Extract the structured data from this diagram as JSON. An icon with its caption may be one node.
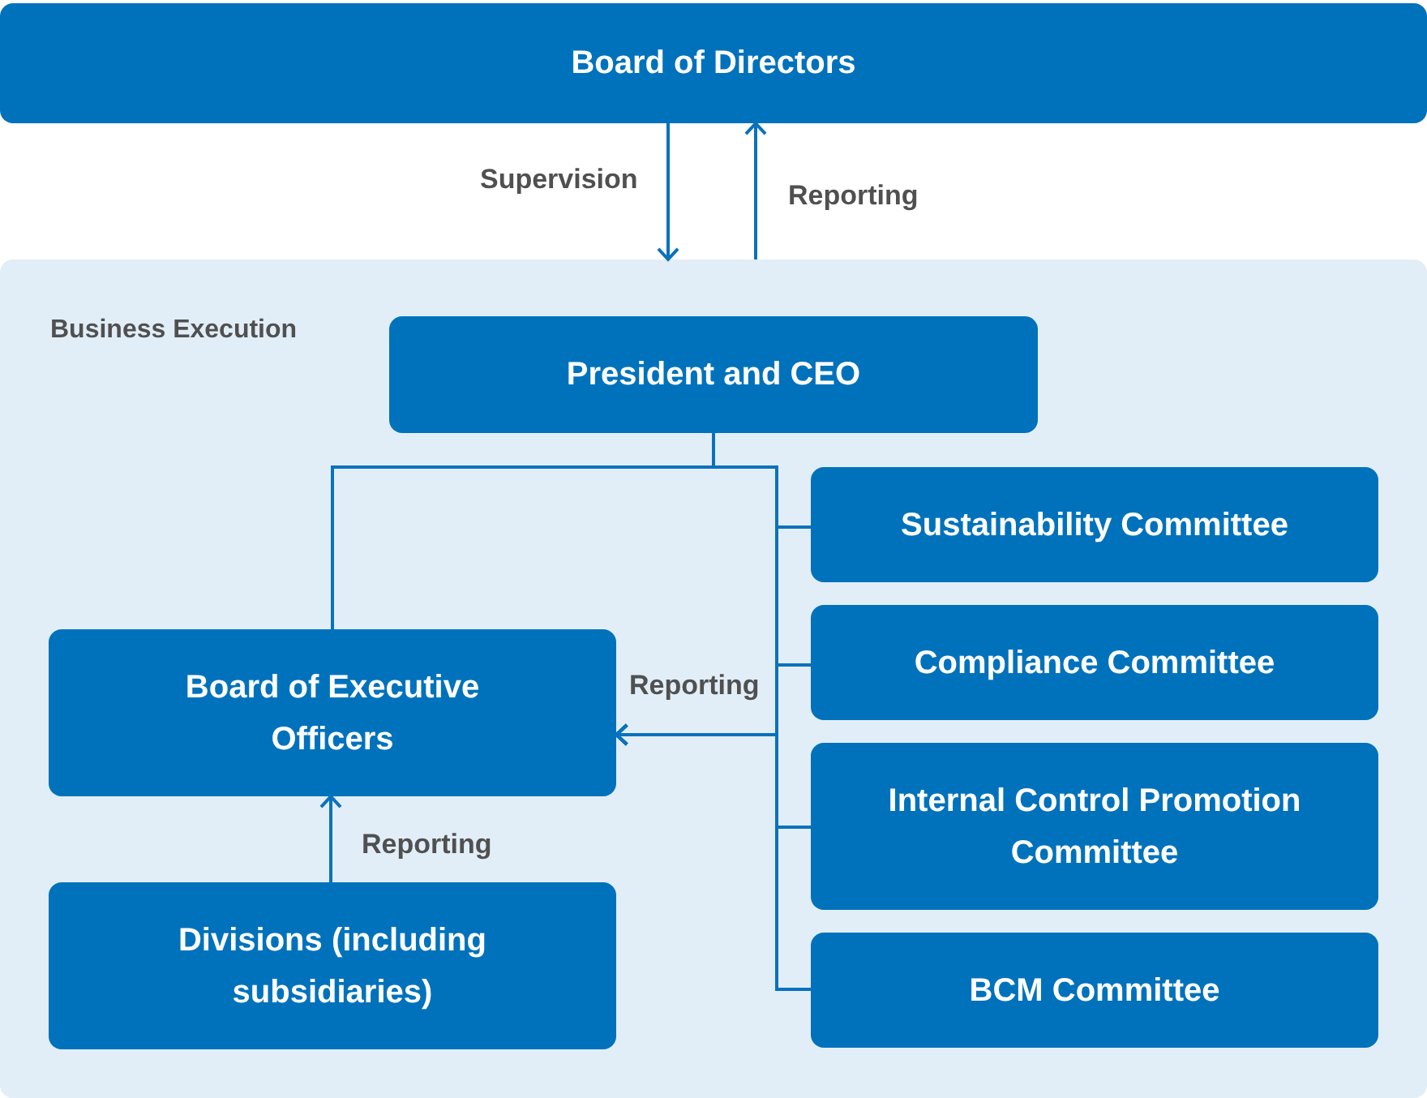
{
  "diagram": {
    "nodes": [
      {
        "text": [
          "Board of Directors"
        ]
      },
      {
        "text": [
          "Business Execution"
        ]
      },
      {
        "text": [
          "President and CEO"
        ],
        "in": 1
      },
      {
        "text": [
          "Board of Executive Officers"
        ],
        "in": 1
      },
      {
        "text": [
          "Divisions (including subsidiaries)"
        ],
        "in": 1
      },
      {
        "text": [
          "Sustainability Committee"
        ],
        "in": 1
      },
      {
        "text": [
          "Compliance Committee"
        ],
        "in": 1
      },
      {
        "text": [
          "Internal Control Promotion Committee"
        ],
        "in": 1
      },
      {
        "text": [
          "BCM Committee"
        ],
        "in": 1
      }
    ],
    "edges": [
      {
        "from": 0,
        "to": 1,
        "arrow": "to",
        "label": "Supervision"
      },
      {
        "from": 1,
        "to": 0,
        "arrow": "to",
        "label": "Reporting"
      },
      {
        "from": 2,
        "to": 3,
        "arrow": "none"
      },
      {
        "from": 2,
        "to": 5,
        "arrow": "none"
      },
      {
        "from": 2,
        "to": 6,
        "arrow": "none"
      },
      {
        "from": 2,
        "to": 7,
        "arrow": "none"
      },
      {
        "from": 2,
        "to": 8,
        "arrow": "none"
      },
      {
        "from": 5,
        "to": 3,
        "arrow": "to",
        "label": "Reporting"
      },
      {
        "from": 6,
        "to": 3,
        "arrow": "to"
      },
      {
        "from": 7,
        "to": 3,
        "arrow": "to"
      },
      {
        "from": 8,
        "to": 3,
        "arrow": "to"
      },
      {
        "from": 4,
        "to": 3,
        "arrow": "to",
        "label": "Reporting"
      }
    ]
  }
}
